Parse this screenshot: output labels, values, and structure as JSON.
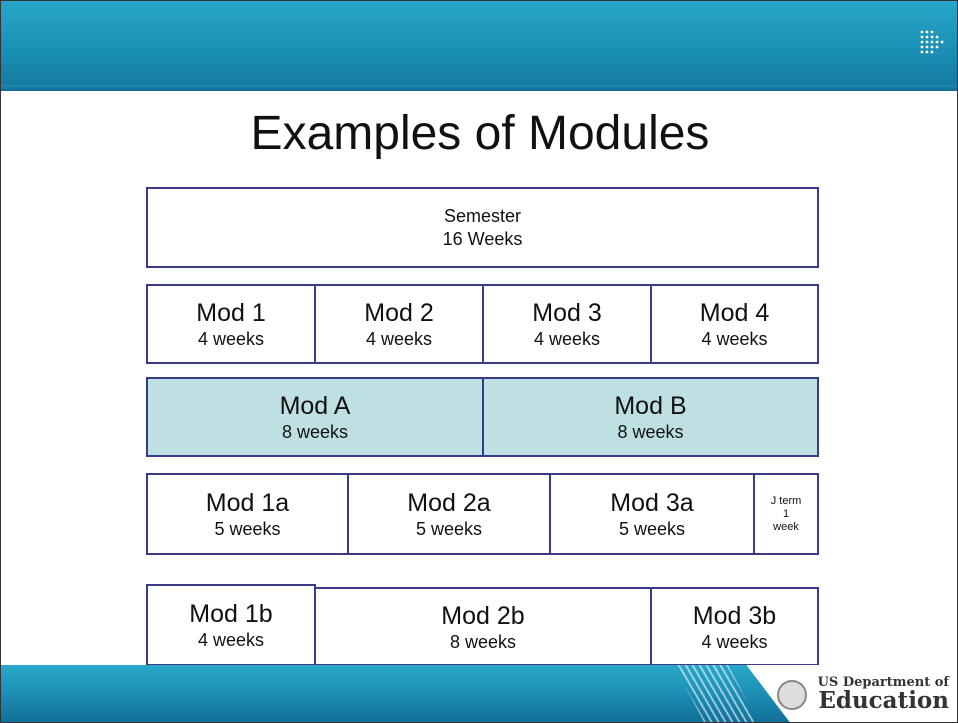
{
  "title": "Examples of Modules",
  "semester": {
    "name": "Semester",
    "length": "16 Weeks"
  },
  "row1": [
    {
      "name": "Mod 1",
      "length": "4 weeks"
    },
    {
      "name": "Mod 2",
      "length": "4 weeks"
    },
    {
      "name": "Mod 3",
      "length": "4 weeks"
    },
    {
      "name": "Mod 4",
      "length": "4 weeks"
    }
  ],
  "row2": [
    {
      "name": "Mod A",
      "length": "8 weeks"
    },
    {
      "name": "Mod B",
      "length": "8 weeks"
    }
  ],
  "row3": [
    {
      "name": "Mod 1a",
      "length": "5 weeks"
    },
    {
      "name": "Mod 2a",
      "length": "5 weeks"
    },
    {
      "name": "Mod 3a",
      "length": "5 weeks"
    },
    {
      "name": "J term",
      "number": "1",
      "unit": "week"
    }
  ],
  "row4": [
    {
      "name": "Mod 1b",
      "length": "4 weeks"
    },
    {
      "name": "Mod 2b",
      "length": "8 weeks"
    },
    {
      "name": "Mod 3b",
      "length": "4 weeks"
    }
  ],
  "footer": {
    "org_line1": "US Department of",
    "org_line2": "Education"
  },
  "colors": {
    "header": "#1a8fb4",
    "box_border": "#3b3a86",
    "teal_fill": "#bfe0e2"
  }
}
